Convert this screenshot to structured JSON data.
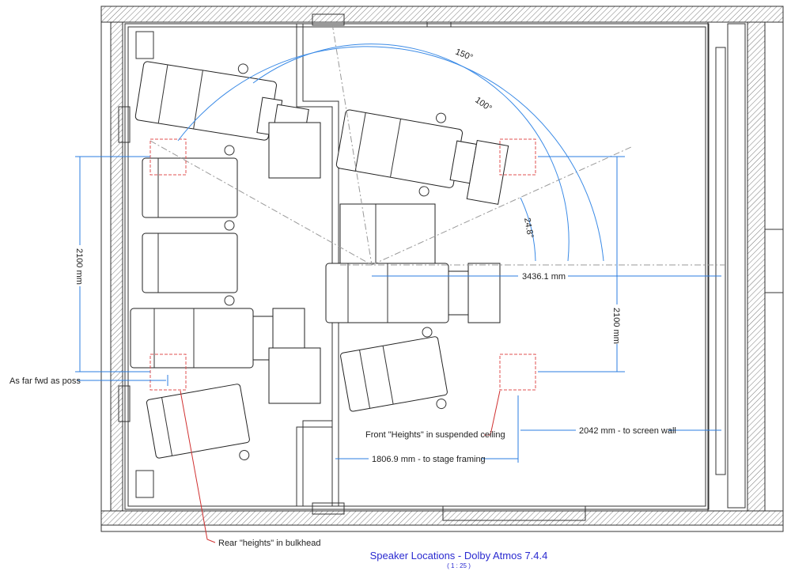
{
  "drawing": {
    "title": "Speaker Locations - Dolby Atmos 7.4.4",
    "scale": "( 1 : 25 )",
    "colors": {
      "dimension": "#2b7de0",
      "speaker": "#e05050",
      "title": "#2a2ad0"
    }
  },
  "annotations": {
    "angle_150": "150°",
    "angle_100": "100°",
    "angle_24_8": "24.8°",
    "dist_center": "3436.1 mm",
    "dist_left_2100": "2100 mm",
    "dist_right_2100": "2100 mm",
    "as_far_fwd": "As far fwd as poss",
    "front_heights": "Front \"Heights\" in suspended ceiling",
    "screen_wall": "2042 mm - to screen wall",
    "stage_framing": "1806.9 mm - to stage framing",
    "rear_heights": "Rear \"heights\" in bulkhead"
  }
}
